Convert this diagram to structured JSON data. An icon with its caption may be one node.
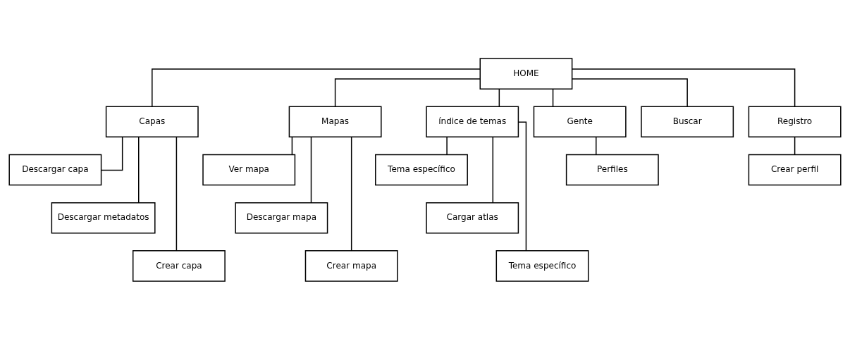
{
  "diagram": {
    "nodes": [
      {
        "text": [
          "HOME"
        ]
      },
      {
        "text": [
          "Capas"
        ]
      },
      {
        "text": [
          "Mapas"
        ]
      },
      {
        "text": [
          "índice de temas"
        ]
      },
      {
        "text": [
          "Gente"
        ]
      },
      {
        "text": [
          "Buscar"
        ]
      },
      {
        "text": [
          "Registro"
        ]
      },
      {
        "text": [
          "Descargar capa"
        ]
      },
      {
        "text": [
          "Descargar metadatos"
        ]
      },
      {
        "text": [
          "Crear capa"
        ]
      },
      {
        "text": [
          "Ver mapa"
        ]
      },
      {
        "text": [
          "Descargar mapa"
        ]
      },
      {
        "text": [
          "Crear mapa"
        ]
      },
      {
        "text": [
          "Tema específico"
        ]
      },
      {
        "text": [
          "Cargar atlas"
        ]
      },
      {
        "text": [
          "Tema específico"
        ]
      },
      {
        "text": [
          "Perfiles"
        ]
      },
      {
        "text": [
          "Crear perfil"
        ]
      }
    ],
    "edges": [
      {
        "from": 0,
        "to": 1,
        "arrow": "none"
      },
      {
        "from": 0,
        "to": 2,
        "arrow": "none"
      },
      {
        "from": 0,
        "to": 3,
        "arrow": "none"
      },
      {
        "from": 0,
        "to": 4,
        "arrow": "none"
      },
      {
        "from": 0,
        "to": 5,
        "arrow": "none"
      },
      {
        "from": 0,
        "to": 6,
        "arrow": "none"
      },
      {
        "from": 1,
        "to": 7,
        "arrow": "none"
      },
      {
        "from": 1,
        "to": 8,
        "arrow": "none"
      },
      {
        "from": 1,
        "to": 9,
        "arrow": "none"
      },
      {
        "from": 2,
        "to": 10,
        "arrow": "none"
      },
      {
        "from": 2,
        "to": 11,
        "arrow": "none"
      },
      {
        "from": 2,
        "to": 12,
        "arrow": "none"
      },
      {
        "from": 3,
        "to": 13,
        "arrow": "none"
      },
      {
        "from": 3,
        "to": 14,
        "arrow": "none"
      },
      {
        "from": 3,
        "to": 15,
        "arrow": "none"
      },
      {
        "from": 4,
        "to": 16,
        "arrow": "none"
      },
      {
        "from": 6,
        "to": 17,
        "arrow": "none"
      }
    ]
  }
}
